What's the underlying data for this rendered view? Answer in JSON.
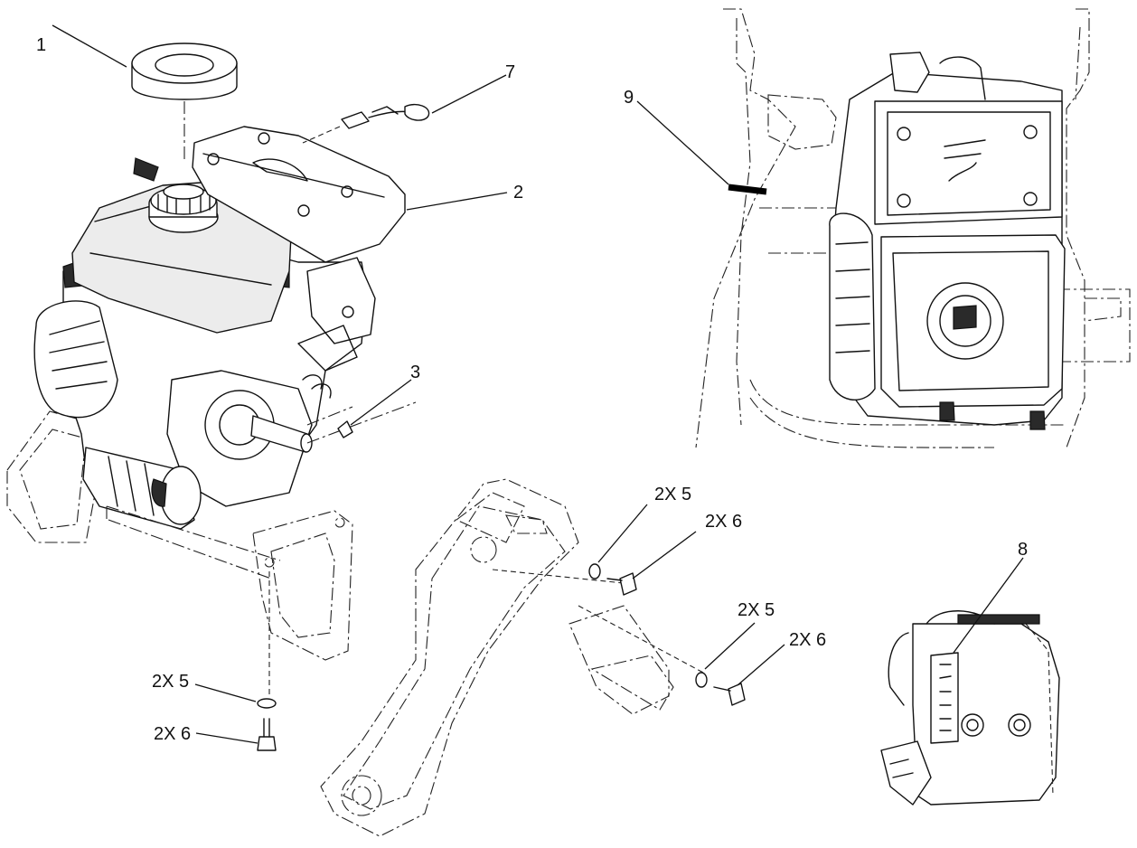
{
  "callouts": {
    "c1": "1",
    "c2": "2",
    "c3": "3",
    "c7": "7",
    "c9": "9",
    "c8": "8",
    "c5a": "2X 5",
    "c6a": "2X 6",
    "c5b": "2X 5",
    "c6b": "2X 6",
    "c5c": "2X 5",
    "c6c": "2X 6"
  }
}
